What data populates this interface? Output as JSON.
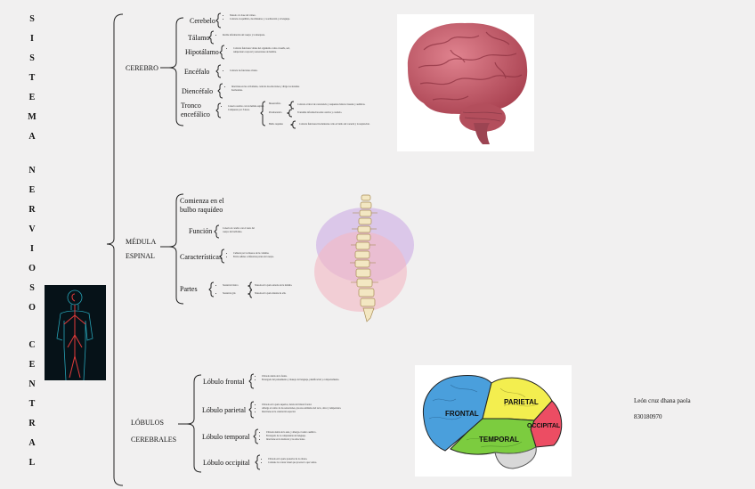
{
  "title_letters": [
    "S",
    "I",
    "S",
    "T",
    "E",
    "M",
    "A",
    "N",
    "E",
    "R",
    "V",
    "I",
    "O",
    "S",
    "O",
    "C",
    "E",
    "N",
    "T",
    "R",
    "A",
    "L"
  ],
  "sections": {
    "cerebro": {
      "label": "CEREBRO",
      "cerebelo": {
        "label": "Cerebelo",
        "notes": [
          "Situado a la base del cráneo.",
          "Controla el equilibrio, movimientos y coordinación y el lenguaje."
        ]
      },
      "talamo": {
        "label": "Tálamo",
        "notes": [
          "Recibe información del cuerpo y la interpreta."
        ]
      },
      "hipotalamo": {
        "label": "Hipotálamo",
        "notes": [
          "Controla funciones vitales del organismo como el sueño, sed,",
          "temperatura corporal y sensaciones de hambre."
        ]
      },
      "encefalo": {
        "label": "Encéfalo",
        "notes": [
          "Controla las funciones vitales."
        ]
      },
      "diencefalo": {
        "label": "Diencéfalo",
        "notes": [
          "Interviene en las actividades, controla las emociones y dirige los sistemas",
          "hormonales."
        ]
      },
      "tronco": {
        "label1": "Tronco",
        "label2": "encefálico",
        "note1": "Conecta cerebro con la médula espinal.",
        "note2": "Compuesto por 3 áreas.",
        "areas": [
          {
            "name": "Mesencéfalo",
            "desc": "Controla el nivel de consciencia y respuestas básicas visuales y auditivas."
          },
          {
            "name": "Protuberancia",
            "desc": "Transmite información entre cerebro y cerebelo."
          },
          {
            "name": "Bulbo raquídeo",
            "desc": "Controla funciones involuntarias como el latido del corazón y la respiración."
          }
        ]
      }
    },
    "medula": {
      "label1": "MÉDULA",
      "label2": "ESPINAL",
      "comienza1": "Comienza en el",
      "comienza2": "bulbo raquídeo",
      "funcion": {
        "label": "Función",
        "notes": [
          "Conecta al cerebro con el resto del",
          "cuerpo del individuo."
        ]
      },
      "caracteristicas": {
        "label": "Características",
        "notes": [
          "Cubierta por los huesos de la columna.",
          "Envía señales a diferentes partes del cuerpo."
        ]
      },
      "partes": {
        "label": "Partes",
        "items": [
          {
            "name": "Sustancia blanca",
            "desc": "Situada en la parte externa de la médula."
          },
          {
            "name": "Sustancia gris",
            "desc": "Situada en la parte interna de ella."
          }
        ]
      }
    },
    "lobulos": {
      "label1": "LÓBULOS",
      "label2": "CEREBRALES",
      "frontal": {
        "label": "Lóbulo frontal",
        "notes": [
          "Ubicado detrás de la frente.",
          "Encargado del pensamiento y manejo del lenguaje, planificación y comportamiento."
        ]
      },
      "parietal": {
        "label": "Lóbulo parietal",
        "notes": [
          "Ubicado en la parte superior, detrás del lóbulo frontal.",
          "Alberga el centro de las sensaciones, procesa estímulos del tacto, dolor y temperatura.",
          "Interviene en la orientación espacial."
        ]
      },
      "temporal": {
        "label": "Lóbulo temporal",
        "notes": [
          "Ubicado detrás de la sien, y alberga el centro auditivo.",
          "Encargado de la comprensión del lenguaje.",
          "Interviene en la memoria y las emociones."
        ]
      },
      "occipital": {
        "label": "Lóbulo occipital",
        "notes": [
          "Ubicado en la parte posterior de la cabeza.",
          "Contiene la corteza visual que procesa lo que vemos."
        ]
      }
    }
  },
  "lobe_image_labels": {
    "frontal": "FRONTAL",
    "parietal": "PARIETAL",
    "temporal": "TEMPORAL",
    "occipital": "OCCIPITAL"
  },
  "author": {
    "name": "León cruz dhana paola",
    "id": "830180970"
  },
  "colors": {
    "frontal": "#4a9fdc",
    "parietal": "#f3ee4f",
    "temporal": "#7ccc3f",
    "occipital": "#ec4d63",
    "brain_pink": "#c85a6a",
    "bracket": "#222222"
  }
}
